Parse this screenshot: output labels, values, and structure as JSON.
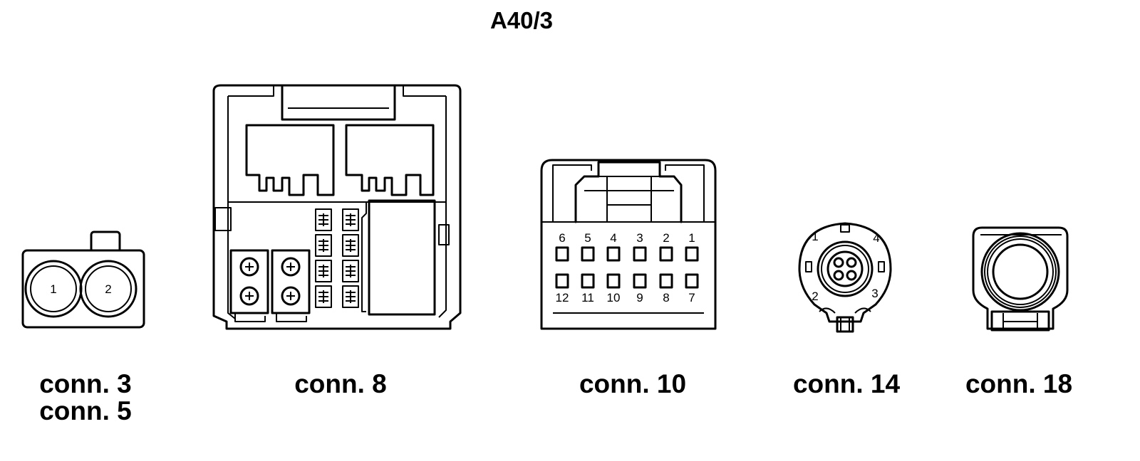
{
  "diagram_title": "A40/3",
  "connectors": [
    {
      "captions": [
        "conn. 3",
        "conn. 5"
      ],
      "pins": [
        "1",
        "2"
      ]
    },
    {
      "captions": [
        "conn. 8"
      ],
      "pins": []
    },
    {
      "captions": [
        "conn. 10"
      ],
      "pins": [
        "6",
        "5",
        "4",
        "3",
        "2",
        "1",
        "12",
        "11",
        "10",
        "9",
        "8",
        "7"
      ]
    },
    {
      "captions": [
        "conn. 14"
      ],
      "pins": [
        "1",
        "4",
        "2",
        "3"
      ]
    },
    {
      "captions": [
        "conn. 18"
      ],
      "pins": []
    }
  ]
}
